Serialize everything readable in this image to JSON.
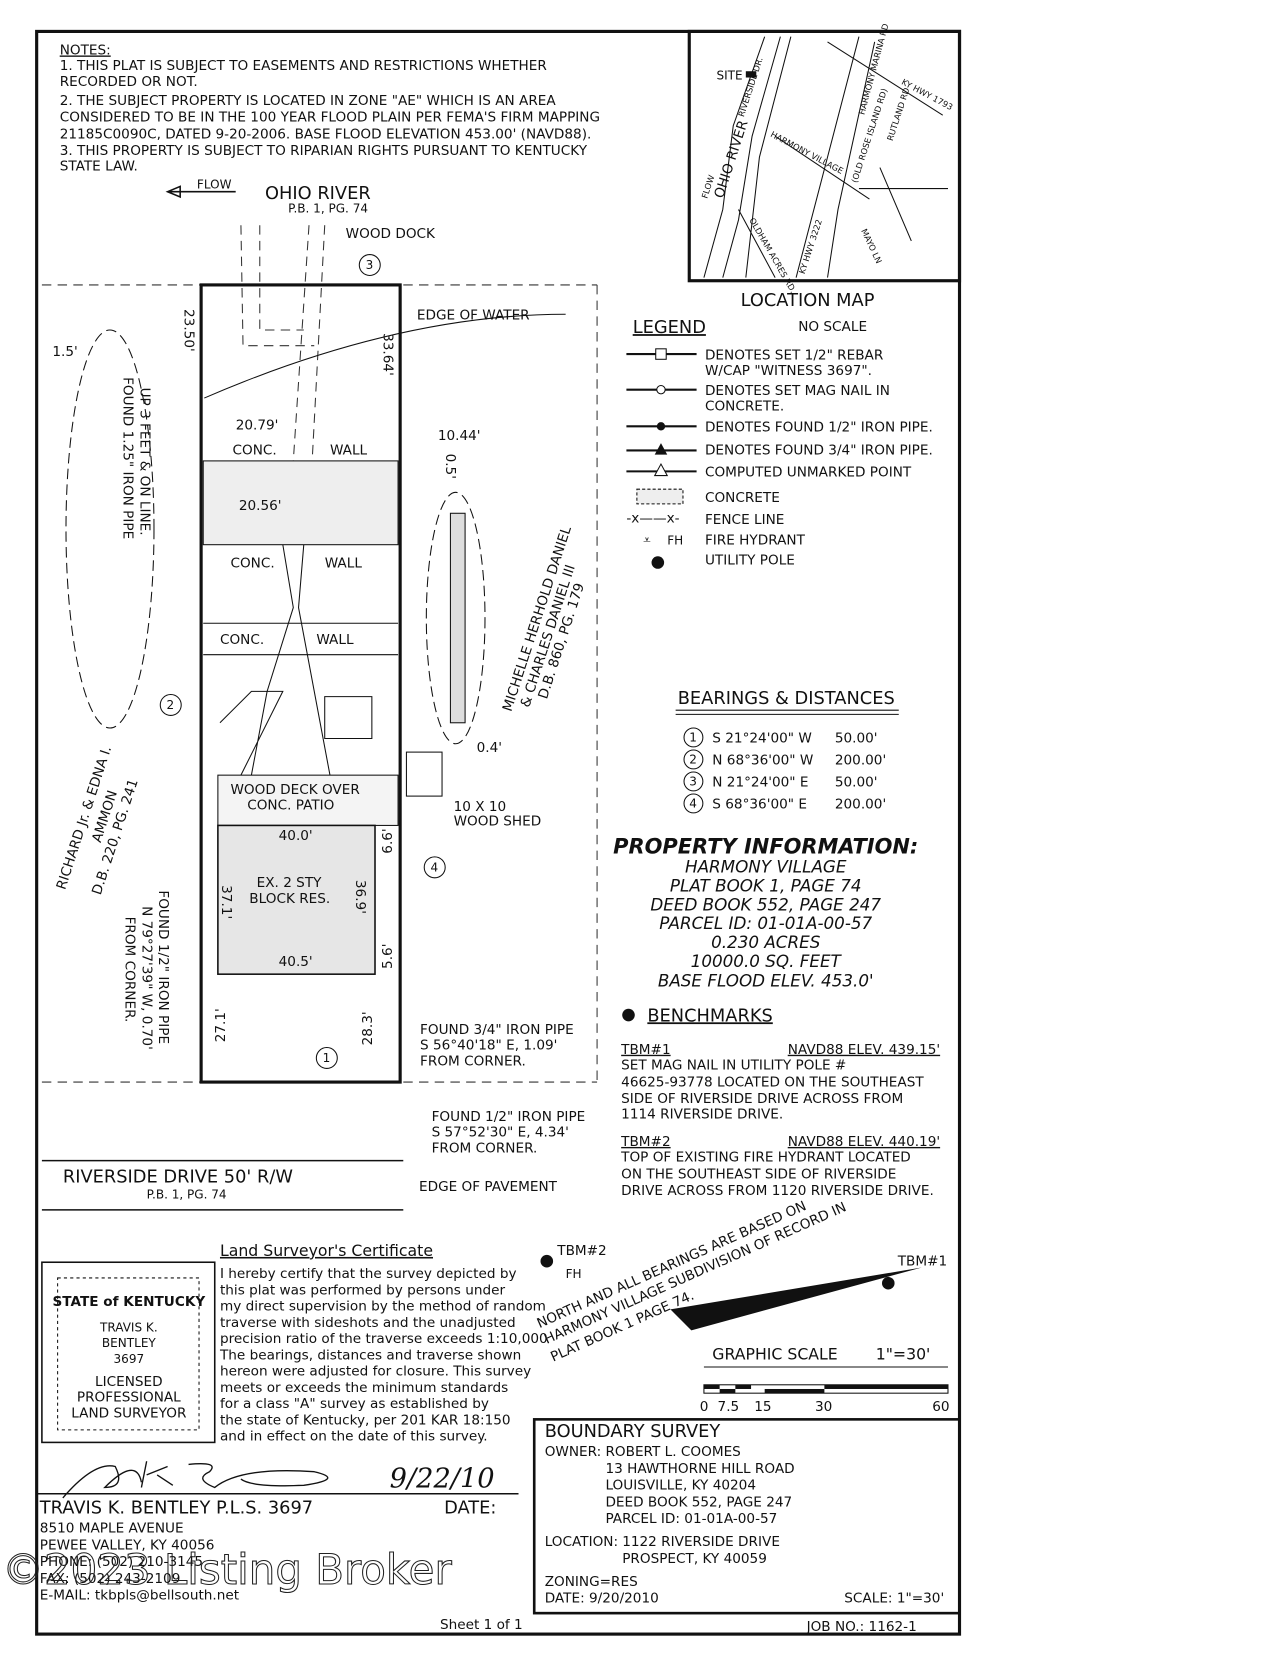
{
  "notes": {
    "title": "NOTES:",
    "lines": [
      "1. THIS PLAT IS SUBJECT TO EASEMENTS AND RESTRICTIONS WHETHER",
      "RECORDED OR NOT.",
      "2. THE SUBJECT PROPERTY IS LOCATED IN ZONE \"AE\" WHICH IS AN AREA",
      "CONSIDERED TO BE IN THE 100 YEAR FLOOD PLAIN PER FEMA'S FIRM MAPPING",
      "21185C0090C, DATED 9-20-2006. BASE FLOOD ELEVATION 453.00' (NAVD88).",
      "3. THIS PROPERTY IS SUBJECT TO RIPARIAN RIGHTS PURSUANT TO KENTUCKY",
      "STATE LAW."
    ]
  },
  "location_map": {
    "title": "LOCATION MAP",
    "subtitle": "NO SCALE",
    "labels": {
      "site": "SITE",
      "river": "OHIO RIVER",
      "flow": "FLOW",
      "riverside": "RIVERSIDE DR.",
      "harmony_marina": "HARMONY MARINA RD",
      "harmony_village": "HARMONY VILLAGE",
      "rose_island": "(OLD ROSE ISLAND RD)",
      "rutland": "RUTLAND RD",
      "ky1793": "KY HWY 1793",
      "oldham": "OLDHAM ACRES RD.",
      "ky3222": "KY HWY 3222",
      "mayo": "MAYO LN"
    }
  },
  "plat": {
    "flow": "FLOW",
    "river": "OHIO RIVER",
    "river_ref": "P.B. 1, PG. 74",
    "wood_dock": "WOOD DOCK",
    "edge_of_water": "EDGE OF WATER",
    "dims": {
      "d2350": "23.50'",
      "d3364": "33.64'",
      "d2079": "20.79'",
      "d1044": "10.44'",
      "d2056": "20.56'",
      "d05": "0.5'",
      "d04": "0.4'",
      "d15": "1.5'",
      "d400": "40.0'",
      "d405": "40.5'",
      "d371": "37.1'",
      "d369": "36.9'",
      "d66": "6.6'",
      "d56": "5.6'",
      "d271": "27.1'",
      "d283": "28.3'"
    },
    "walls": [
      "CONC.",
      "WALL",
      "CONC.",
      "WALL",
      "CONC.",
      "WALL"
    ],
    "deck": [
      "WOOD DECK OVER",
      "CONC. PATIO"
    ],
    "shed": [
      "10 X 10",
      "WOOD SHED"
    ],
    "residence": [
      "EX. 2 STY",
      "BLOCK RES."
    ],
    "detail_left": [
      "FOUND 1.25\" IRON PIPE",
      "UP 3 FEET & ON LINE."
    ],
    "neighbor_right": [
      "MICHELLE HERHOLD DANIEL",
      "& CHARLES DANIEL III",
      "D.B. 860, PG. 179"
    ],
    "neighbor_left": [
      "RICHARD Jr. & EDNA I.",
      "AMMON",
      "D.B. 220, PG. 241"
    ],
    "found_left": [
      "FOUND 1/2\" IRON PIPE",
      "N 79°27'39\" W, 0.70'",
      "FROM CORNER."
    ],
    "found_34": [
      "FOUND 3/4\" IRON PIPE",
      "S 56°40'18\" E, 1.09'",
      "FROM CORNER."
    ],
    "found_12": [
      "FOUND 1/2\" IRON PIPE",
      "S 57°52'30\" E, 4.34'",
      "FROM CORNER."
    ],
    "road": "RIVERSIDE DRIVE 50' R/W",
    "road_ref": "P.B. 1, PG. 74",
    "edge_pavement": "EDGE OF PAVEMENT",
    "callouts": [
      "1",
      "2",
      "3",
      "4"
    ]
  },
  "legend": {
    "title": "LEGEND",
    "items": [
      [
        "DENOTES SET 1/2\" REBAR",
        "W/CAP \"WITNESS 3697\"."
      ],
      [
        "DENOTES SET MAG NAIL IN",
        "CONCRETE."
      ],
      [
        "DENOTES FOUND 1/2\" IRON PIPE."
      ],
      [
        "DENOTES FOUND 3/4\" IRON PIPE."
      ],
      [
        "COMPUTED UNMARKED POINT"
      ],
      [
        "CONCRETE"
      ],
      [
        "FENCE LINE"
      ],
      [
        "FIRE HYDRANT"
      ],
      [
        "UTILITY POLE"
      ]
    ],
    "fence_symbol": "-x——x-",
    "fh": "FH"
  },
  "bearings": {
    "title": "BEARINGS & DISTANCES",
    "rows": [
      {
        "n": "1",
        "bearing": "S  21°24'00\"  W",
        "dist": "50.00'"
      },
      {
        "n": "2",
        "bearing": "N  68°36'00\"  W",
        "dist": "200.00'"
      },
      {
        "n": "3",
        "bearing": "N  21°24'00\"  E",
        "dist": "50.00'"
      },
      {
        "n": "4",
        "bearing": "S  68°36'00\"  E",
        "dist": "200.00'"
      }
    ]
  },
  "property": {
    "title": "PROPERTY INFORMATION:",
    "lines": [
      "HARMONY VILLAGE",
      "PLAT BOOK 1, PAGE 74",
      "DEED BOOK 552, PAGE 247",
      "PARCEL ID: 01-01A-00-57",
      "0.230 ACRES",
      "10000.0 SQ. FEET",
      "BASE FLOOD ELEV. 453.0'"
    ]
  },
  "benchmarks": {
    "title": "BENCHMARKS",
    "tbm1": {
      "label": "TBM#1",
      "elev": "NAVD88 ELEV. 439.15'",
      "lines": [
        "SET MAG NAIL IN UTILITY POLE #",
        "46625-93778 LOCATED ON THE SOUTHEAST",
        "SIDE OF RIVERSIDE DRIVE ACROSS FROM",
        "1114 RIVERSIDE DRIVE."
      ]
    },
    "tbm2": {
      "label": "TBM#2",
      "elev": "NAVD88 ELEV. 440.19'",
      "lines": [
        "TOP OF EXISTING FIRE HYDRANT LOCATED",
        "ON THE SOUTHEAST SIDE OF RIVERSIDE",
        "DRIVE ACROSS FROM 1120 RIVERSIDE DRIVE."
      ]
    }
  },
  "certificate": {
    "title": "Land Surveyor's Certificate",
    "lines": [
      "I hereby certify that the survey depicted by",
      "this plat was performed by persons under",
      "my direct supervision by the method of random",
      "traverse with sideshots and the unadjusted",
      "precision ratio of the traverse exceeds 1:10,000",
      "The bearings, distances and traverse shown",
      "hereon were adjusted for closure.  This survey",
      "meets or exceeds the minimum standards",
      "for a class \"A\" survey as established by",
      "the state of Kentucky, per 201 KAR 18:150",
      "and in effect on the date of this survey."
    ],
    "seal": [
      "STATE of KENTUCKY",
      "TRAVIS K.",
      "BENTLEY",
      "3697",
      "LICENSED",
      "PROFESSIONAL",
      "LAND SURVEYOR"
    ],
    "signature_date": "9/22/10"
  },
  "surveyor": {
    "name": "TRAVIS K. BENTLEY P.L.S. 3697",
    "date_label": "DATE:",
    "lines": [
      "8510 MAPLE AVENUE",
      "PEWEE VALLEY, KY 40056",
      "PHONE: (502) 210-3145",
      "FAX: (502) 243-2109",
      "E-MAIL:  tkbpls@bellsouth.net"
    ]
  },
  "north_note": {
    "lines": [
      "NORTH AND ALL BEARINGS ARE BASED ON",
      "HARMONY VILLAGE SUBDIVISION OF RECORD IN",
      "PLAT BOOK 1 PAGE 74."
    ],
    "tbm1": "TBM#1",
    "tbm2": "TBM#2",
    "fh": "FH"
  },
  "graphic_scale": {
    "title": "GRAPHIC SCALE",
    "ratio": "1\"=30'",
    "ticks": [
      "0",
      "7.5",
      "15",
      "30",
      "60"
    ]
  },
  "title_block": {
    "title": "BOUNDARY SURVEY",
    "owner_label": "OWNER:",
    "owner": [
      "ROBERT L. COOMES",
      "13 HAWTHORNE HILL ROAD",
      "LOUISVILLE, KY 40204",
      "DEED BOOK 552, PAGE 247",
      "PARCEL ID: 01-01A-00-57"
    ],
    "location_label": "LOCATION:",
    "location": [
      "1122 RIVERSIDE DRIVE",
      "PROSPECT, KY 40059"
    ],
    "zoning": "ZONING=RES",
    "date": "DATE: 9/20/2010",
    "scale": "SCALE: 1\"=30'"
  },
  "footer": {
    "sheet": "Sheet 1 of 1",
    "job": "JOB NO.: 1162-1"
  },
  "watermark": "©2023 Listing Broker"
}
